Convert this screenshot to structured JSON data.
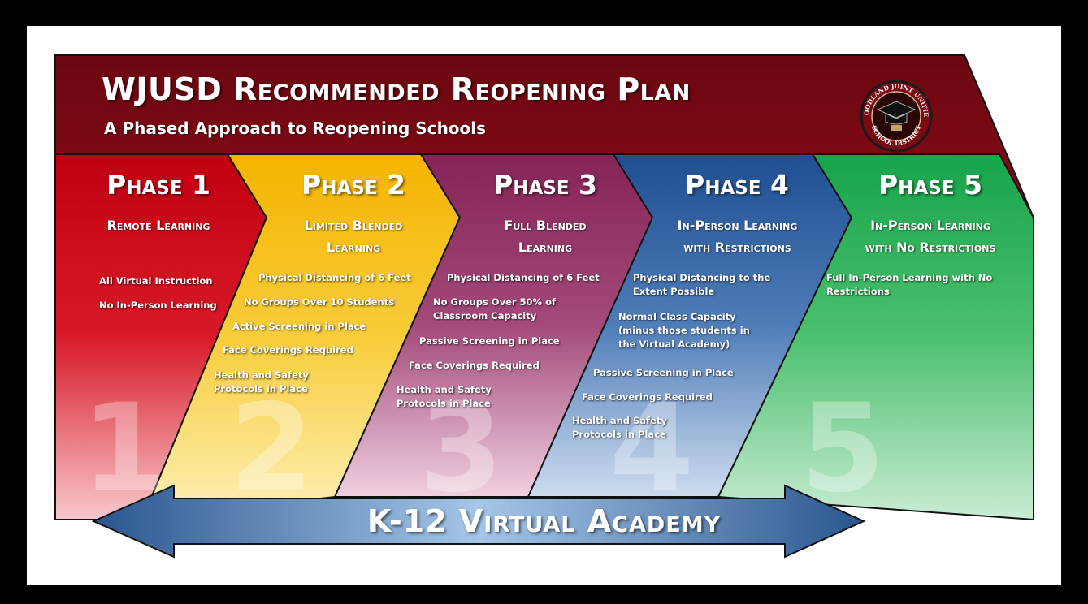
{
  "header": {
    "title": "WJUSD Recommended Reopening Plan",
    "subtitle": "A Phased Approach to Reopening Schools",
    "logo_text": "WOODLAND JOINT UNIFIED SCHOOL DISTRICT"
  },
  "phases": [
    {
      "heading": "Phase 1",
      "name_lines": [
        "Remote Learning"
      ],
      "bullets": [
        "All Virtual Instruction",
        "No In-Person Learning"
      ],
      "number": "1",
      "color": "#c0000c"
    },
    {
      "heading": "Phase 2",
      "name_lines": [
        "Limited Blended",
        "Learning"
      ],
      "bullets": [
        "Physical Distancing of 6 Feet",
        "No Groups Over 10 Students",
        "Active Screening in Place",
        "Face Coverings Required",
        "Health and Safety Protocols in Place"
      ],
      "number": "2",
      "color": "#f5b800"
    },
    {
      "heading": "Phase 3",
      "name_lines": [
        "Full Blended",
        "Learning"
      ],
      "bullets": [
        "Physical Distancing of 6 Feet",
        "No Groups Over 50% of Classroom Capacity",
        "Passive Screening in Place",
        "Face Coverings Required",
        "Health and Safety Protocols in Place"
      ],
      "number": "3",
      "color": "#8c2a5a"
    },
    {
      "heading": "Phase 4",
      "name_lines": [
        "In-Person Learning",
        "with Restrictions"
      ],
      "bullets": [
        "Physical Distancing to the Extent Possible",
        "Normal Class Capacity (minus those students in the Virtual Academy)",
        "Passive Screening in Place",
        "Face Coverings Required",
        "Health and Safety Protocols in Place"
      ],
      "number": "4",
      "color": "#2a5a9a"
    },
    {
      "heading": "Phase 5",
      "name_lines": [
        "In-Person Learning",
        "with No Restrictions"
      ],
      "bullets": [
        "Full In-Person Learning with No Restrictions"
      ],
      "number": "5",
      "color": "#1fa84c"
    }
  ],
  "academy": {
    "label": "K-12 Virtual Academy"
  },
  "colors": {
    "banner": "#7d0710",
    "arrow_left": "#2f5e94",
    "arrow_center": "#8fb8e0"
  }
}
